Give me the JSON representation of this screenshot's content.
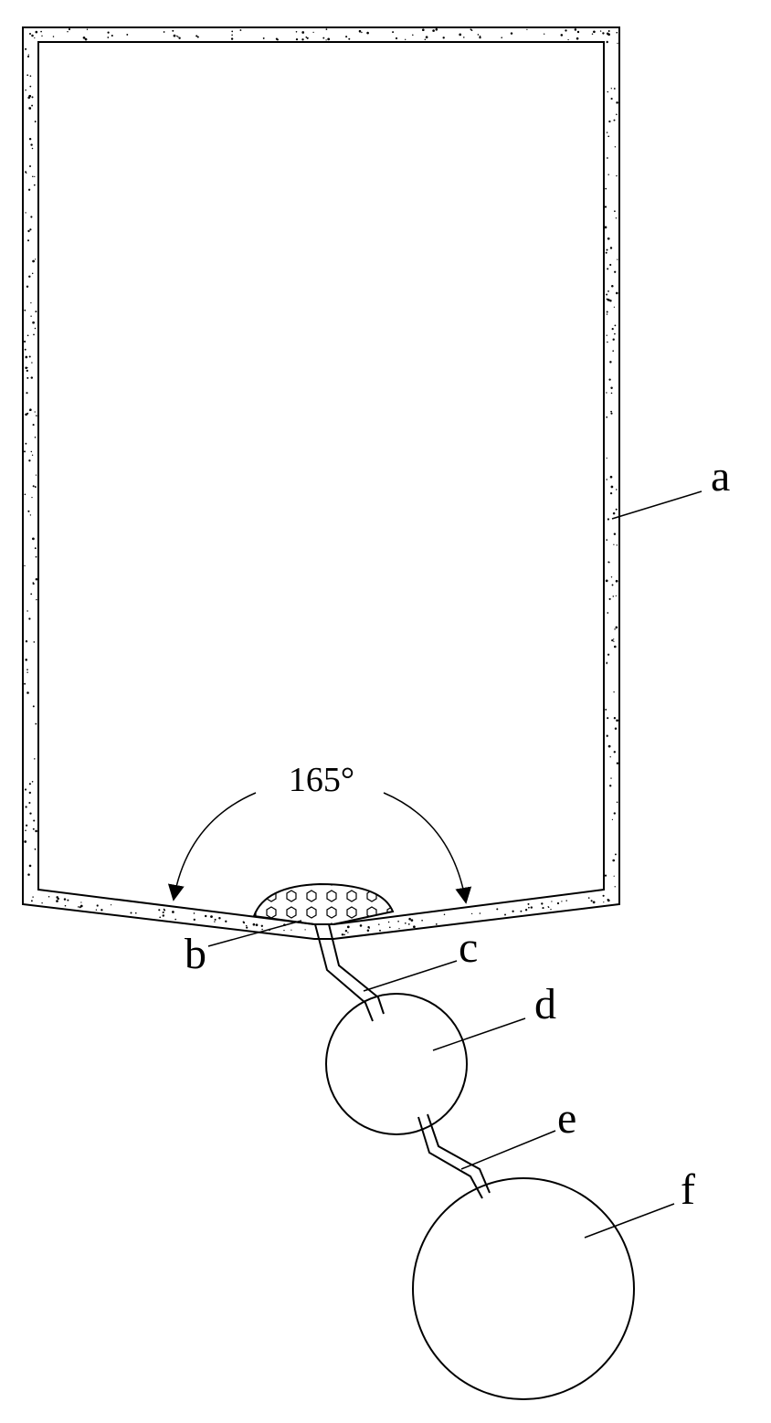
{
  "diagram": {
    "angle_label": "165°",
    "labels": {
      "a": "a",
      "b": "b",
      "c": "c",
      "d": "d",
      "e": "e",
      "f": "f"
    },
    "colors": {
      "stroke": "#000000",
      "background": "#ffffff"
    }
  }
}
